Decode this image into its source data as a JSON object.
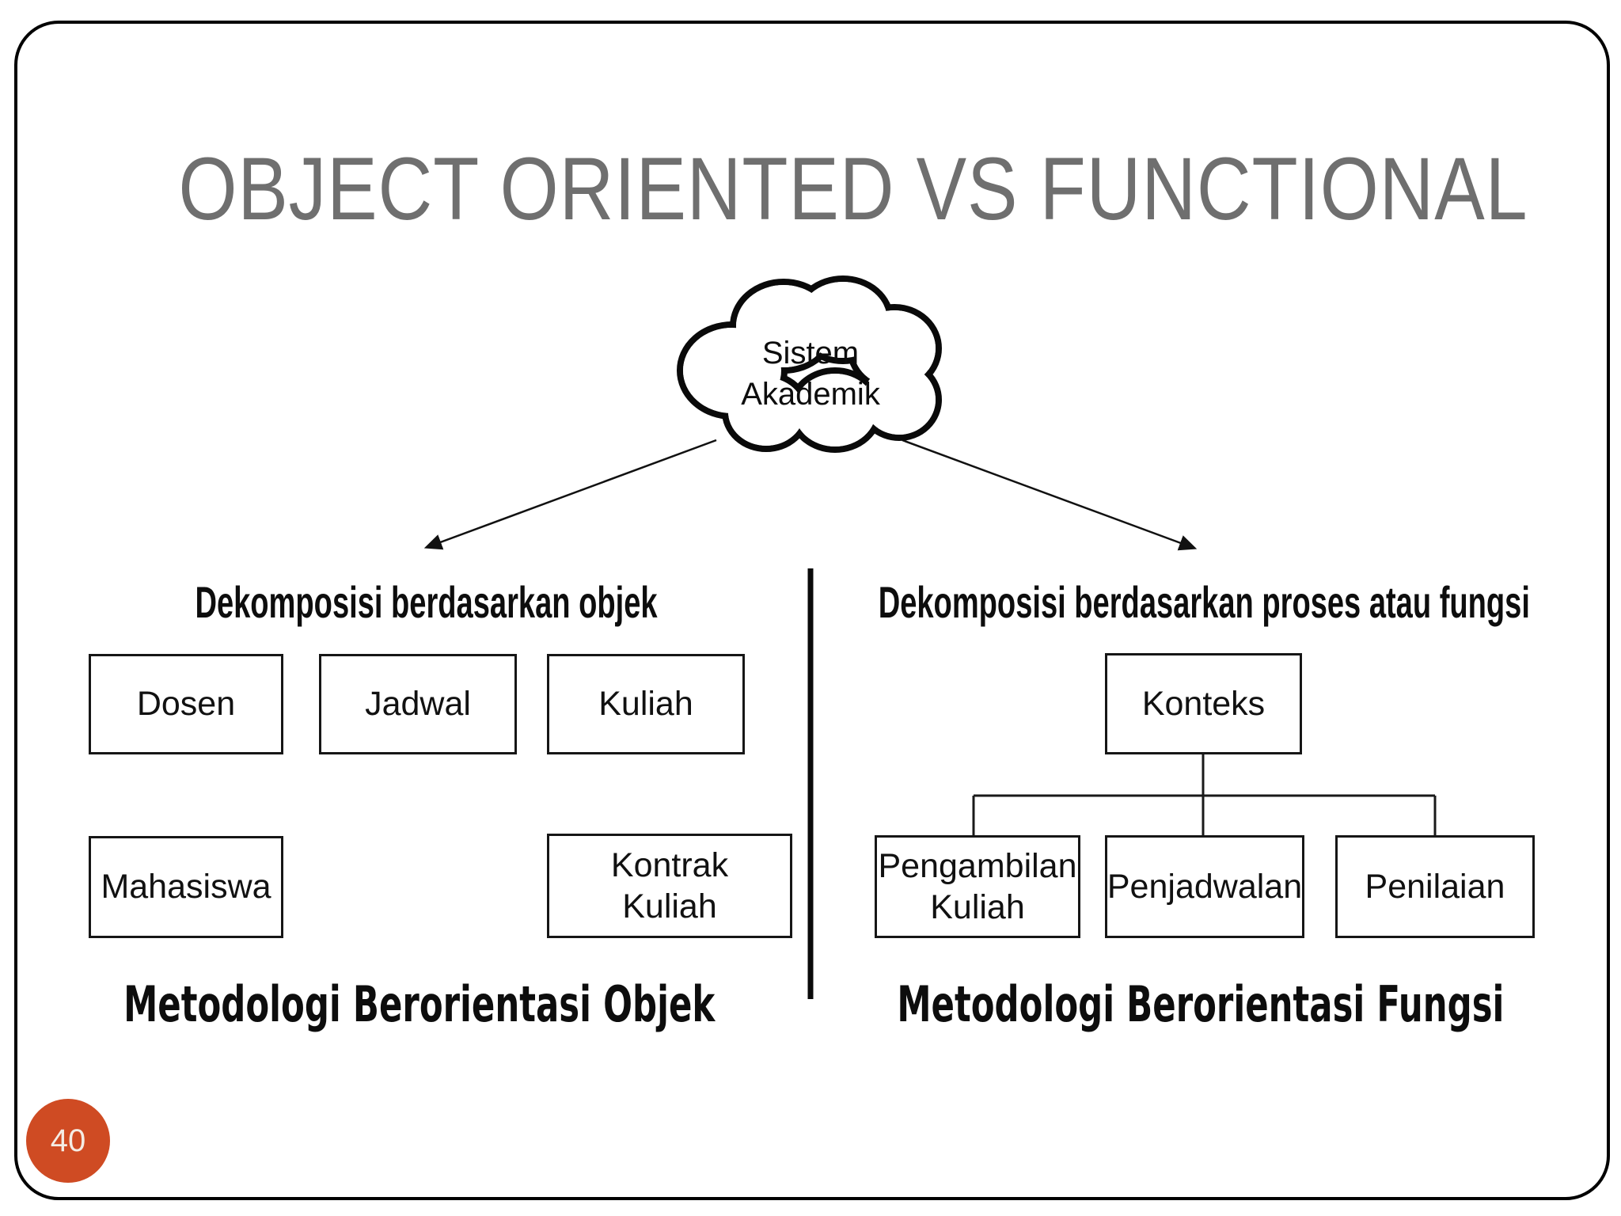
{
  "slide": {
    "title": "OBJECT ORIENTED VS FUNCTIONAL",
    "page_number": "40"
  },
  "colors": {
    "accent_orange": "#cf4b23",
    "title_gray": "#6f6f6f",
    "diagram_black": "#111111"
  },
  "diagram": {
    "root_label": "Sistem Akademik",
    "left": {
      "heading": "Dekomposisi berdasarkan objek",
      "boxes": [
        "Dosen",
        "Jadwal",
        "Kuliah",
        "Mahasiswa",
        "Kontrak Kuliah"
      ],
      "footer": "Metodologi Berorientasi Objek"
    },
    "right": {
      "heading": "Dekomposisi berdasarkan proses atau fungsi",
      "root_box": "Konteks",
      "boxes": [
        "Pengambilan Kuliah",
        "Penjadwalan",
        "Penilaian"
      ],
      "footer": "Metodologi Berorientasi Fungsi"
    }
  }
}
